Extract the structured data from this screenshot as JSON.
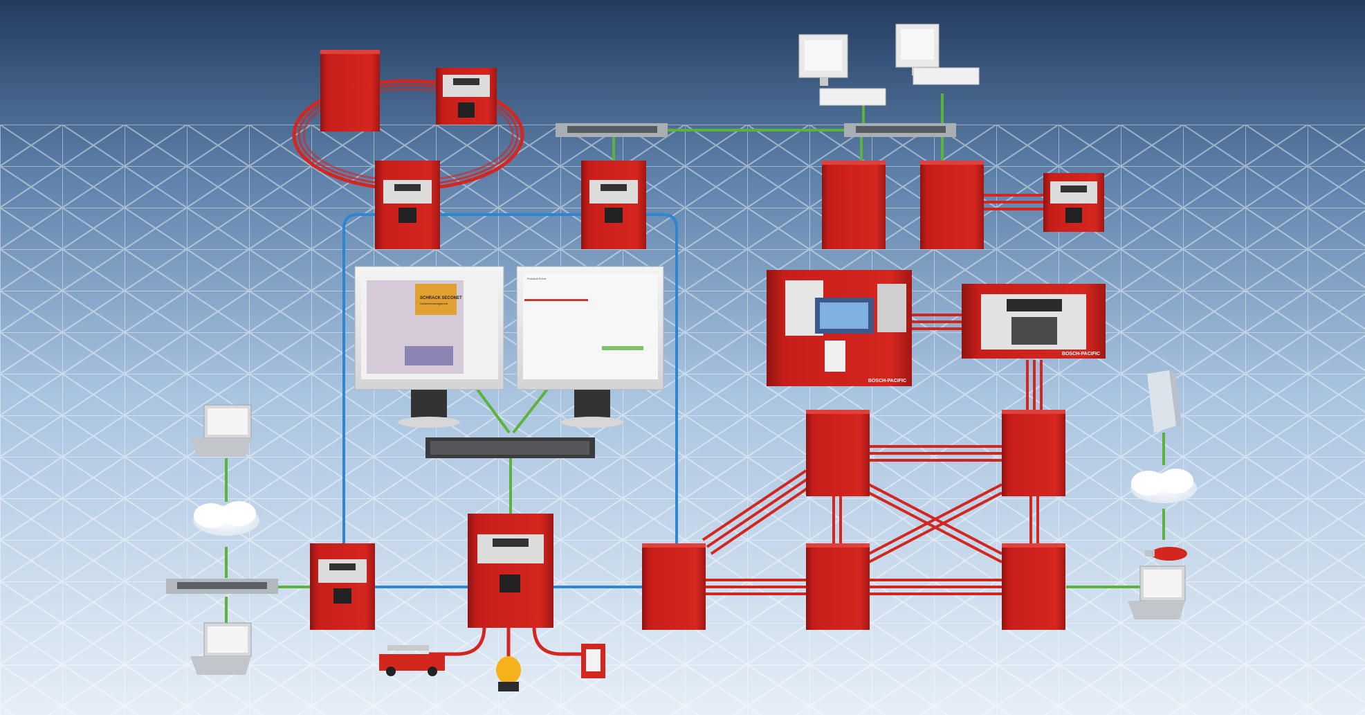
{
  "diagram": {
    "brand_label": "BOSCH-PACIFIC",
    "screen_left": {
      "title": "SCHRACK SECONET",
      "subtitle": "Gefahrenmanagement"
    },
    "screen_right": {
      "heading": "Protokoll Event"
    },
    "colors": {
      "sky_top": "#233b5e",
      "sky_bottom": "#c8dbee",
      "floor": "#dde9f4",
      "panel_red": "#c81e1a",
      "panel_red_dark": "#8f1412",
      "network_green": "#5cb33b",
      "bus_blue": "#2e86d1",
      "loop_red": "#d3261f"
    }
  }
}
